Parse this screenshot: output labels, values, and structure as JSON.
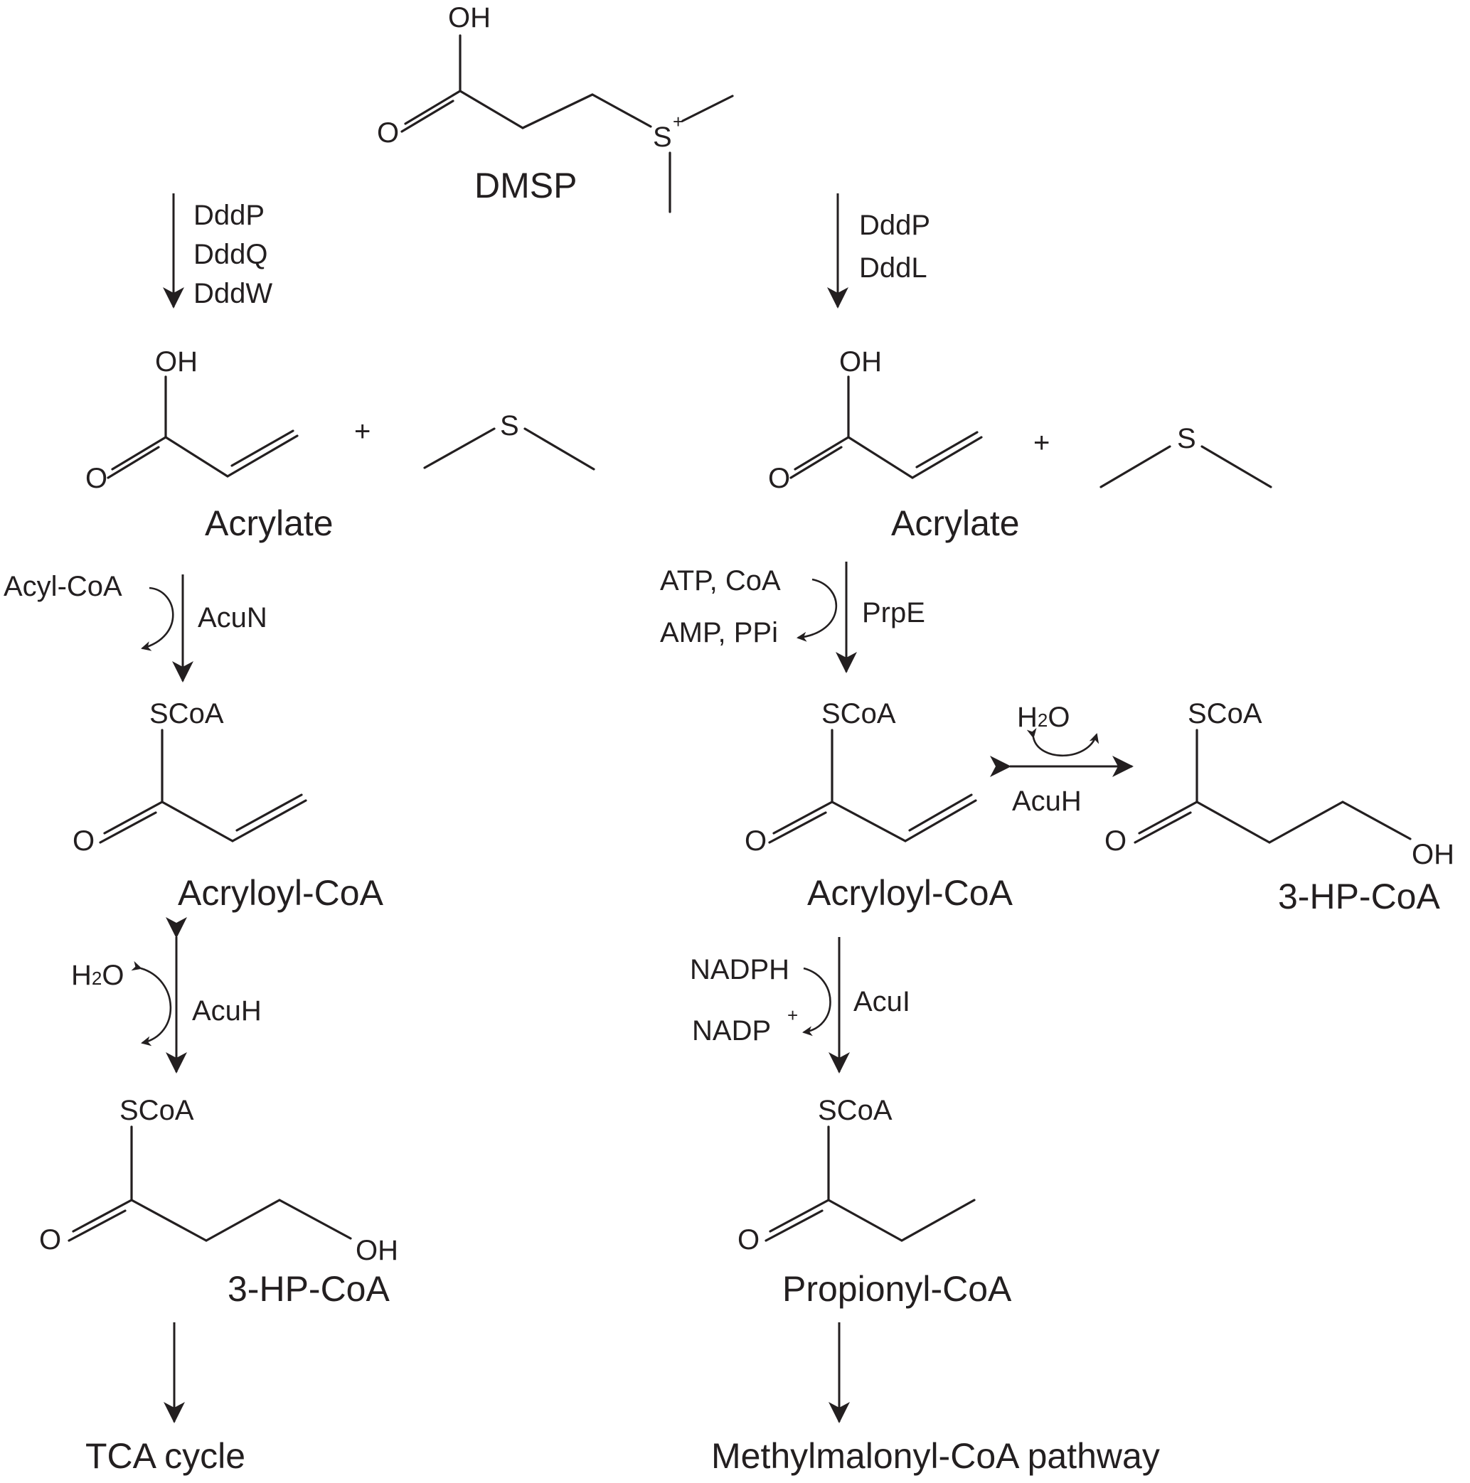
{
  "molecules": {
    "dmsp": {
      "name": "DMSP",
      "oh": "OH",
      "o": "O",
      "s": "S",
      "charge": "+"
    },
    "acrylate_left": {
      "name": "Acrylate",
      "oh": "OH",
      "o": "O"
    },
    "dms_left": {
      "s": "S"
    },
    "acrylate_right": {
      "name": "Acrylate",
      "oh": "OH",
      "o": "O"
    },
    "dms_right": {
      "s": "S"
    },
    "acryloyl_left": {
      "name": "Acryloyl-CoA",
      "scoa": "SCoA",
      "o": "O"
    },
    "acryloyl_right": {
      "name": "Acryloyl-CoA",
      "scoa": "SCoA",
      "o": "O"
    },
    "hp_left": {
      "name": "3-HP-CoA",
      "scoa": "SCoA",
      "o": "O",
      "oh": "OH"
    },
    "hp_right": {
      "name": "3-HP-CoA",
      "scoa": "SCoA",
      "o": "O",
      "oh": "OH"
    },
    "propionyl": {
      "name": "Propionyl-CoA",
      "scoa": "SCoA",
      "o": "O"
    }
  },
  "plus_sign": "+",
  "enzymes": {
    "left_1": [
      "DddP",
      "DddQ",
      "DddW"
    ],
    "right_1": [
      "DddP",
      "DddL"
    ],
    "acun": "AcuN",
    "prpe": "PrpE",
    "acuh_left": "AcuH",
    "acuh_right": "AcuH",
    "acui": "AcuI"
  },
  "cosubstrates": {
    "acyl_coa": "Acyl-CoA",
    "atp_coa": "ATP, CoA",
    "amp_ppi": "AMP, PPi",
    "h2o_left": {
      "h": "H",
      "sub": "2",
      "o": "O"
    },
    "h2o_right": {
      "h": "H",
      "sub": "2",
      "o": "O"
    },
    "nadph": "NADPH",
    "nadp": "NADP",
    "nadp_charge": "+"
  },
  "endpoints": {
    "left": "TCA cycle",
    "right": "Methylmalonyl-CoA pathway"
  }
}
